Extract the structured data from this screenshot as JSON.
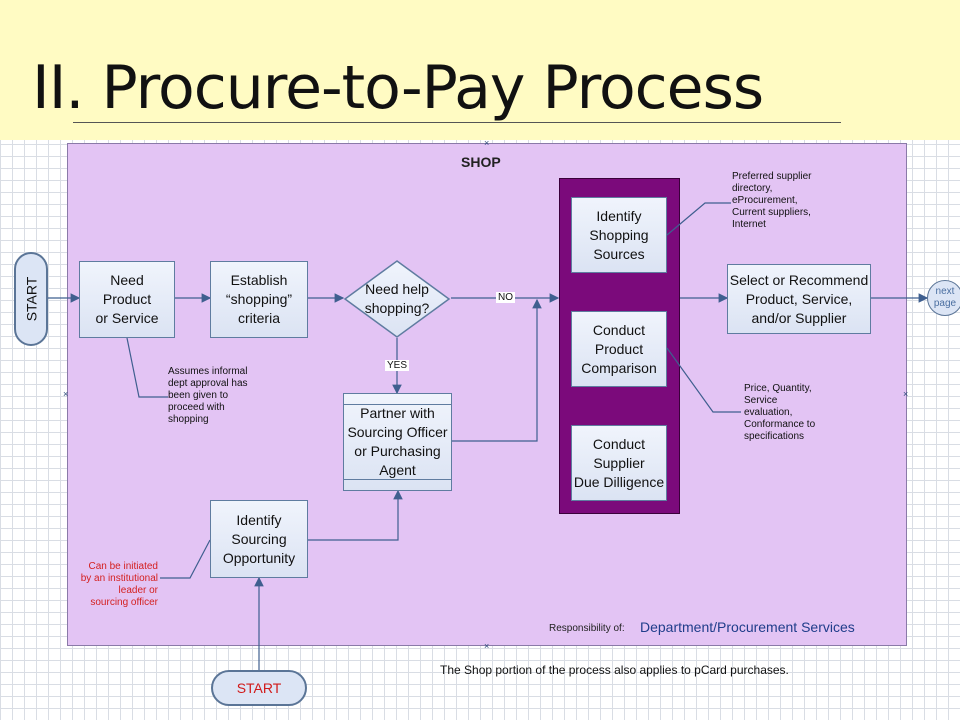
{
  "slide": {
    "title": "II.  Procure-to-Pay Process"
  },
  "swimlane": {
    "title": "SHOP",
    "responsibility_label": "Responsibility of:",
    "responsibility_value": "Department/Procurement Services"
  },
  "nodes": {
    "start_left": "START",
    "start_bottom": "START",
    "need_product": "Need\nProduct\nor Service",
    "establish_criteria": "Establish\n“shopping”\ncriteria",
    "decision": "Need help\nshopping?",
    "partner": "Partner with\nSourcing Officer\nor Purchasing\nAgent",
    "identify_opportunity": "Identify\nSourcing\nOpportunity",
    "identify_sources": "Identify\nShopping\nSources",
    "conduct_comparison": "Conduct\nProduct\nComparison",
    "conduct_diligence": "Conduct\nSupplier\nDue Dilligence",
    "select_recommend": "Select or Recommend\nProduct, Service,\nand/or Supplier",
    "next_page": "next\npage"
  },
  "edge_labels": {
    "no": "NO",
    "yes": "YES"
  },
  "annotations": {
    "informal_approval": "Assumes informal\ndept approval has\nbeen given to\nproceed with\nshopping",
    "initiated_by": "Can be initiated\nby an institutional\nleader or\nsourcing officer",
    "preferred_suppliers": "Preferred supplier\ndirectory,\neProcurement,\nCurrent suppliers,\nInternet",
    "price_quantity": "Price, Quantity,\nService\nevaluation,\nConformance to\nspecifications",
    "footer": "The Shop portion of the process also applies to pCard purchases."
  },
  "colors": {
    "title_band": "#fffbc3",
    "swimlane_fill": "#e3c4f4",
    "purple_column": "#7b0a7b",
    "box_border": "#5f7ca0",
    "responsibility_text": "#1f3d8a",
    "red_text": "#d42020"
  }
}
